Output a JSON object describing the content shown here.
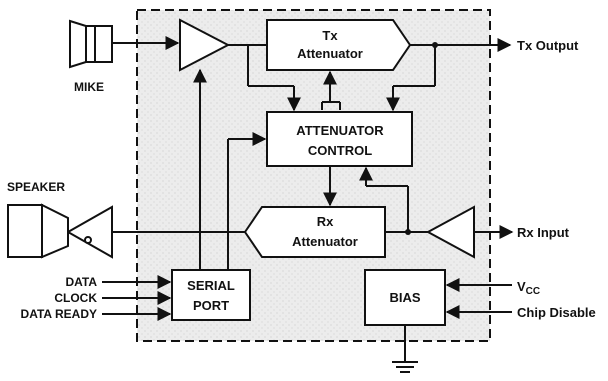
{
  "labels": {
    "mike": "MIKE",
    "speaker": "SPEAKER",
    "tx_output": "Tx Output",
    "rx_input": "Rx Input",
    "tx_atten_line1": "Tx",
    "tx_atten_line2": "Attenuator",
    "rx_atten_line1": "Rx",
    "rx_atten_line2": "Attenuator",
    "atten_control_line1": "ATTENUATOR",
    "atten_control_line2": "CONTROL",
    "serial_port_line1": "SERIAL",
    "serial_port_line2": "PORT",
    "bias": "BIAS",
    "vcc_main": "V",
    "vcc_sub": "CC",
    "chip_disable": "Chip Disable",
    "data": "DATA",
    "clock": "CLOCK",
    "data_ready": "DATA READY"
  },
  "colors": {
    "line": "#111111",
    "background": "#ffffff",
    "chip_fill": "#e9e9e9"
  }
}
